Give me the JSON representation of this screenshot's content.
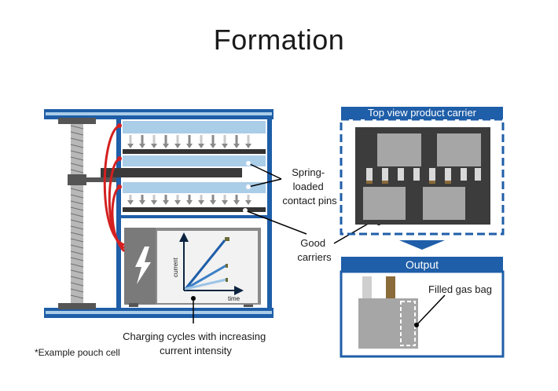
{
  "title": "Formation",
  "labels": {
    "spring_pins": [
      "Spring-",
      "loaded",
      "contact pins"
    ],
    "good_carriers": [
      "Good",
      "carriers"
    ],
    "charging_cycles": [
      "Charging cycles with increasing",
      "current intensity"
    ],
    "example": "*Example pouch cell",
    "filled_gas_bag": "Filled gas bag",
    "graph_y": "current",
    "graph_x": "time"
  },
  "panels": {
    "top_view_title": "Top view product carrier",
    "output_title": "Output"
  },
  "colors": {
    "frame_blue": "#1f5ea8",
    "light_blue": "#aacde8",
    "dark_gray": "#3a3a3a",
    "cable_red": "#d42020",
    "panel_dark": "#3c3c3c",
    "cell_gray": "#a6a6a6"
  },
  "icons": [
    "lightning-icon"
  ]
}
